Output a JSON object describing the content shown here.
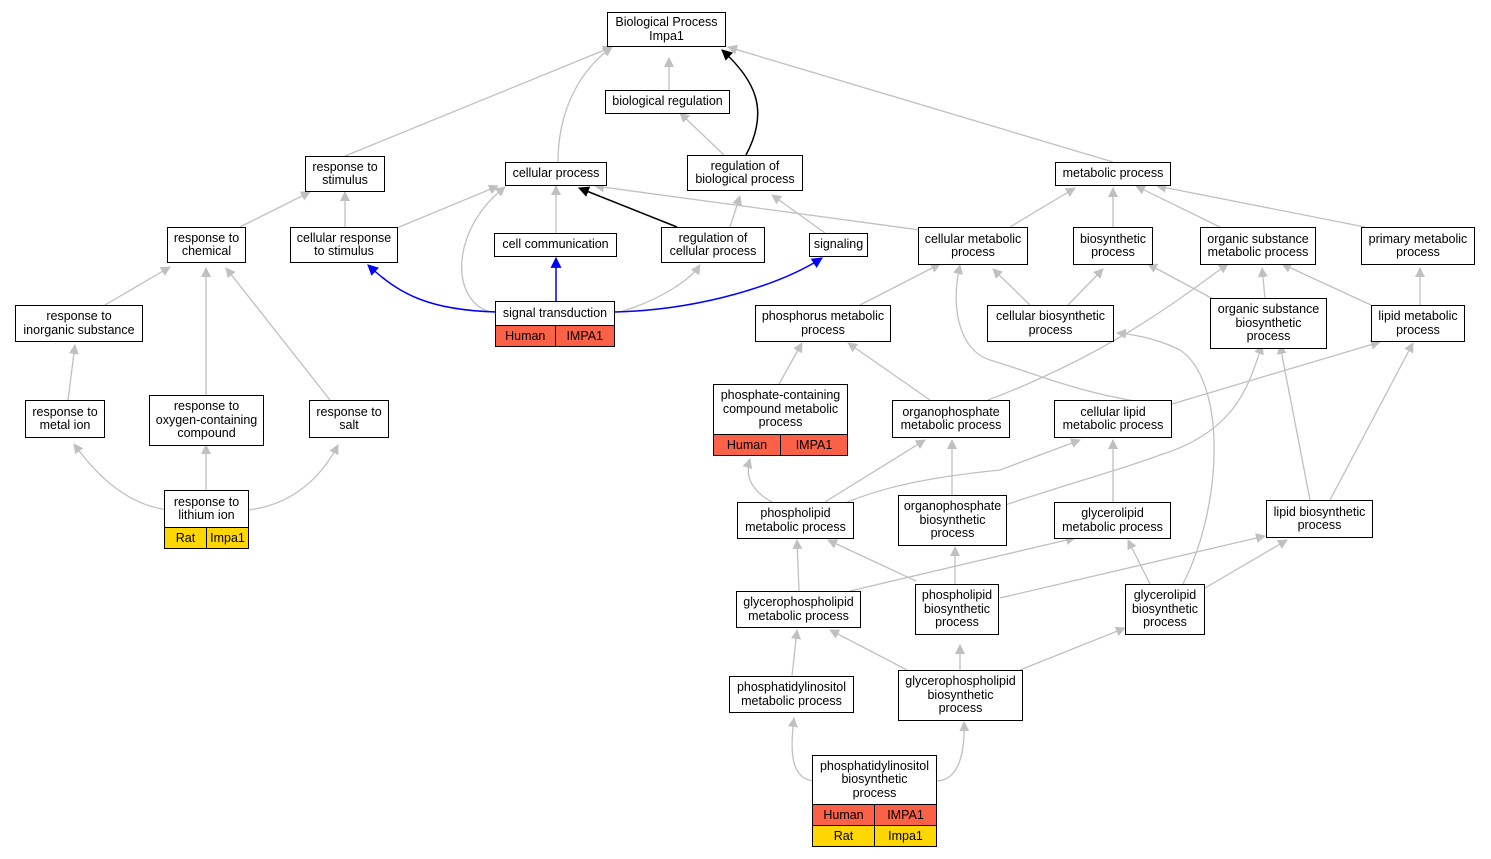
{
  "nodes": {
    "bp": {
      "lines": [
        "Biological Process",
        "Impa1"
      ],
      "annotations": []
    },
    "bioreg": {
      "lines": [
        "biological regulation"
      ],
      "annotations": []
    },
    "respstim": {
      "lines": [
        "response to",
        "stimulus"
      ],
      "annotations": []
    },
    "cellproc": {
      "lines": [
        "cellular process"
      ],
      "annotations": []
    },
    "regbio": {
      "lines": [
        "regulation of",
        "biological process"
      ],
      "annotations": []
    },
    "metab": {
      "lines": [
        "metabolic process"
      ],
      "annotations": []
    },
    "respchem": {
      "lines": [
        "response to",
        "chemical"
      ],
      "annotations": []
    },
    "cellresp": {
      "lines": [
        "cellular response",
        "to stimulus"
      ],
      "annotations": []
    },
    "cellcomm": {
      "lines": [
        "cell communication"
      ],
      "annotations": []
    },
    "regcell": {
      "lines": [
        "regulation of",
        "cellular process"
      ],
      "annotations": []
    },
    "signaling": {
      "lines": [
        "signaling"
      ],
      "annotations": []
    },
    "cellmet": {
      "lines": [
        "cellular metabolic",
        "process"
      ],
      "annotations": []
    },
    "biosyn": {
      "lines": [
        "biosynthetic",
        "process"
      ],
      "annotations": []
    },
    "orgsub": {
      "lines": [
        "organic substance",
        "metabolic process"
      ],
      "annotations": []
    },
    "primmet": {
      "lines": [
        "primary metabolic",
        "process"
      ],
      "annotations": []
    },
    "respinorg": {
      "lines": [
        "response to",
        "inorganic substance"
      ],
      "annotations": []
    },
    "sigtrans": {
      "lines": [
        "signal transduction"
      ],
      "annotations": [
        [
          "Human",
          "IMPA1"
        ]
      ]
    },
    "phosmet": {
      "lines": [
        "phosphorus metabolic",
        "process"
      ],
      "annotations": []
    },
    "cellbiosyn": {
      "lines": [
        "cellular biosynthetic",
        "process"
      ],
      "annotations": []
    },
    "orgsubbio": {
      "lines": [
        "organic substance",
        "biosynthetic",
        "process"
      ],
      "annotations": []
    },
    "lipidmet": {
      "lines": [
        "lipid metabolic",
        "process"
      ],
      "annotations": []
    },
    "respmetal": {
      "lines": [
        "response to",
        "metal ion"
      ],
      "annotations": []
    },
    "respoxy": {
      "lines": [
        "response to",
        "oxygen-containing",
        "compound"
      ],
      "annotations": []
    },
    "respsalt": {
      "lines": [
        "response to",
        "salt"
      ],
      "annotations": []
    },
    "phoscont": {
      "lines": [
        "phosphate-containing",
        "compound metabolic",
        "process"
      ],
      "annotations": [
        [
          "Human",
          "IMPA1"
        ]
      ]
    },
    "orgphosmet": {
      "lines": [
        "organophosphate",
        "metabolic process"
      ],
      "annotations": []
    },
    "celllipid": {
      "lines": [
        "cellular lipid",
        "metabolic process"
      ],
      "annotations": []
    },
    "resplith": {
      "lines": [
        "response to",
        "lithium ion"
      ],
      "annotations": [
        [
          "Rat",
          "Impa1"
        ]
      ]
    },
    "phlipmet": {
      "lines": [
        "phospholipid",
        "metabolic process"
      ],
      "annotations": []
    },
    "orgphosbio": {
      "lines": [
        "organophosphate",
        "biosynthetic",
        "process"
      ],
      "annotations": []
    },
    "glycmet": {
      "lines": [
        "glycerolipid",
        "metabolic process"
      ],
      "annotations": []
    },
    "lipidbio": {
      "lines": [
        "lipid biosynthetic",
        "process"
      ],
      "annotations": []
    },
    "glyphmet": {
      "lines": [
        "glycerophospholipid",
        "metabolic process"
      ],
      "annotations": []
    },
    "phlipbio": {
      "lines": [
        "phospholipid",
        "biosynthetic",
        "process"
      ],
      "annotations": []
    },
    "glycbio": {
      "lines": [
        "glycerolipid",
        "biosynthetic",
        "process"
      ],
      "annotations": []
    },
    "ptdinsmet": {
      "lines": [
        "phosphatidylinositol",
        "metabolic process"
      ],
      "annotations": []
    },
    "glyphbio": {
      "lines": [
        "glycerophospholipid",
        "biosynthetic",
        "process"
      ],
      "annotations": []
    },
    "ptdinsbio": {
      "lines": [
        "phosphatidylinositol",
        "biosynthetic",
        "process"
      ],
      "annotations": [
        [
          "Human",
          "IMPA1"
        ],
        [
          "Rat",
          "Impa1"
        ]
      ]
    }
  },
  "species_colors": {
    "Human": "#fa6146",
    "Rat": "#ffd700"
  },
  "edge_colors": {
    "is_a": "#c0c0c0",
    "regulates": "#000000",
    "part_of": "#0000ff"
  }
}
